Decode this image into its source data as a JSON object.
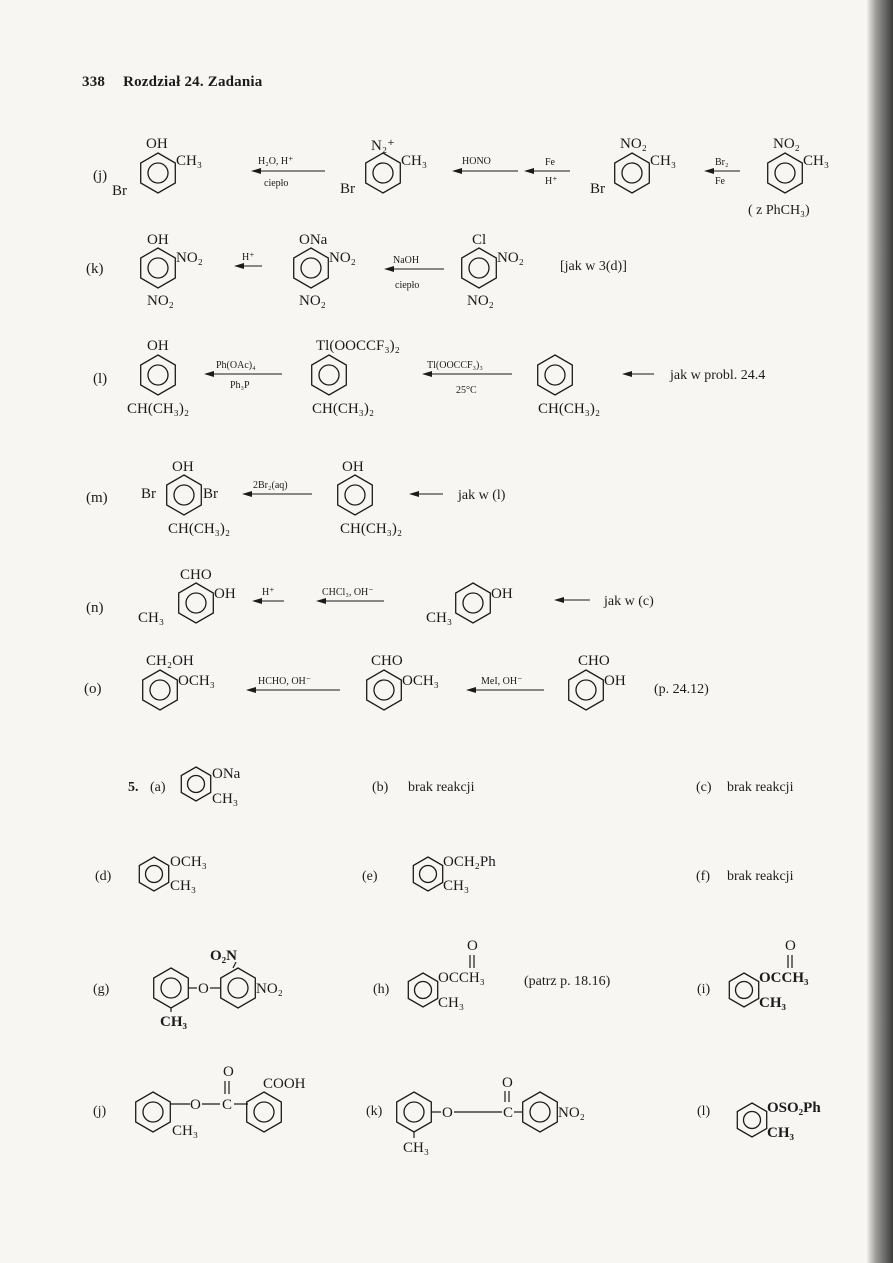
{
  "header": {
    "page_number": "338",
    "title": "Rozdział 24. Zadania"
  },
  "rows": {
    "j": {
      "mark": "(j)",
      "oh": "OH",
      "br": "Br",
      "ch3": "CH₃",
      "diazonium": "N₂⁺",
      "no2": "NO₂",
      "c1a": "H₂O, H⁺",
      "c1b": "ciepło",
      "c2": "HONO",
      "c3a": "Fe",
      "c3b": "H⁺",
      "c4a": "Br₂",
      "c4b": "Fe",
      "note": "( z PhCH₃)"
    },
    "k": {
      "mark": "(k)",
      "oh": "OH",
      "no2": "NO₂",
      "ona": "ONa",
      "cl": "Cl",
      "c1": "H⁺",
      "c2a": "NaOH",
      "c2b": "ciepło",
      "note": "[jak w 3(d)]"
    },
    "l": {
      "mark": "(l)",
      "oh": "OH",
      "tl": "Tl(OOCCF₃)₂",
      "ipr": "CH(CH₃)₂",
      "c1a": "Ph(OAc)₄",
      "c1b": "Ph₃P",
      "c2a": "Tl(OOCCF₃)₃",
      "c2b": "25°C",
      "note": "jak w probl. 24.4"
    },
    "m": {
      "mark": "(m)",
      "oh": "OH",
      "br": "Br",
      "ipr": "CH(CH₃)₂",
      "c1": "2Br₂(aq)",
      "note": "jak w (l)"
    },
    "n": {
      "mark": "(n)",
      "cho": "CHO",
      "oh": "OH",
      "ch3": "CH₃",
      "c1": "H⁺",
      "c2": "CHCl₃, OH⁻",
      "note": "jak w (c)"
    },
    "o": {
      "mark": "(o)",
      "ch2oh": "CH₂OH",
      "och3": "OCH₃",
      "cho": "CHO",
      "oh": "OH",
      "c1": "HCHO, OH⁻",
      "c2": "MeI, OH⁻",
      "note": "(p. 24.12)"
    }
  },
  "section5": {
    "number": "5.",
    "a": {
      "mark": "(a)",
      "g1": "ONa",
      "g2": "CH₃"
    },
    "b": {
      "mark": "(b)",
      "text": "brak reakcji"
    },
    "c": {
      "mark": "(c)",
      "text": "brak reakcji"
    },
    "d": {
      "mark": "(d)",
      "g1": "OCH₃",
      "g2": "CH₃"
    },
    "e": {
      "mark": "(e)",
      "g1": "OCH₂Ph",
      "g2": "CH₃"
    },
    "f": {
      "mark": "(f)",
      "text": "brak reakcji"
    },
    "g": {
      "mark": "(g)",
      "o2n": "O₂N",
      "o": "O",
      "no2": "NO₂",
      "ch3": "CH₃"
    },
    "h": {
      "mark": "(h)",
      "o": "O",
      "g1": "OCCH₃",
      "g2": "CH₃",
      "note": "(patrz p. 18.16)"
    },
    "i": {
      "mark": "(i)",
      "o": "O",
      "g1": "OCCH₃",
      "g2": "CH₃"
    },
    "j": {
      "mark": "(j)",
      "o": "O",
      "c": "C",
      "cooh": "COOH",
      "ch3": "CH₃"
    },
    "k": {
      "mark": "(k)",
      "o": "O",
      "c": "C",
      "no2": "NO₂",
      "ch3": "CH₃"
    },
    "l": {
      "mark": "(l)",
      "g1": "OSO₂Ph",
      "g2": "CH₃"
    }
  }
}
